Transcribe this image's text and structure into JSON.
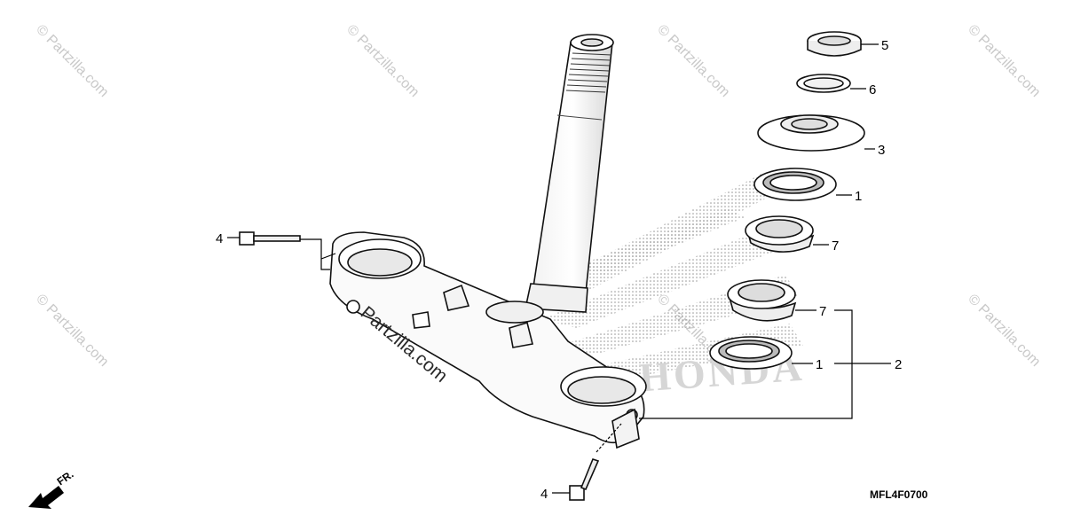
{
  "diagram": {
    "callouts": [
      "5",
      "6",
      "3",
      "1",
      "7",
      "7",
      "1",
      "2",
      "4",
      "4"
    ],
    "diagram_code": "MFL4F0700",
    "front_indicator": "FR.",
    "brand_watermark": "HONDA",
    "watermark_text": "© Partzilla.com",
    "center_watermark": "Partzilla.com"
  }
}
